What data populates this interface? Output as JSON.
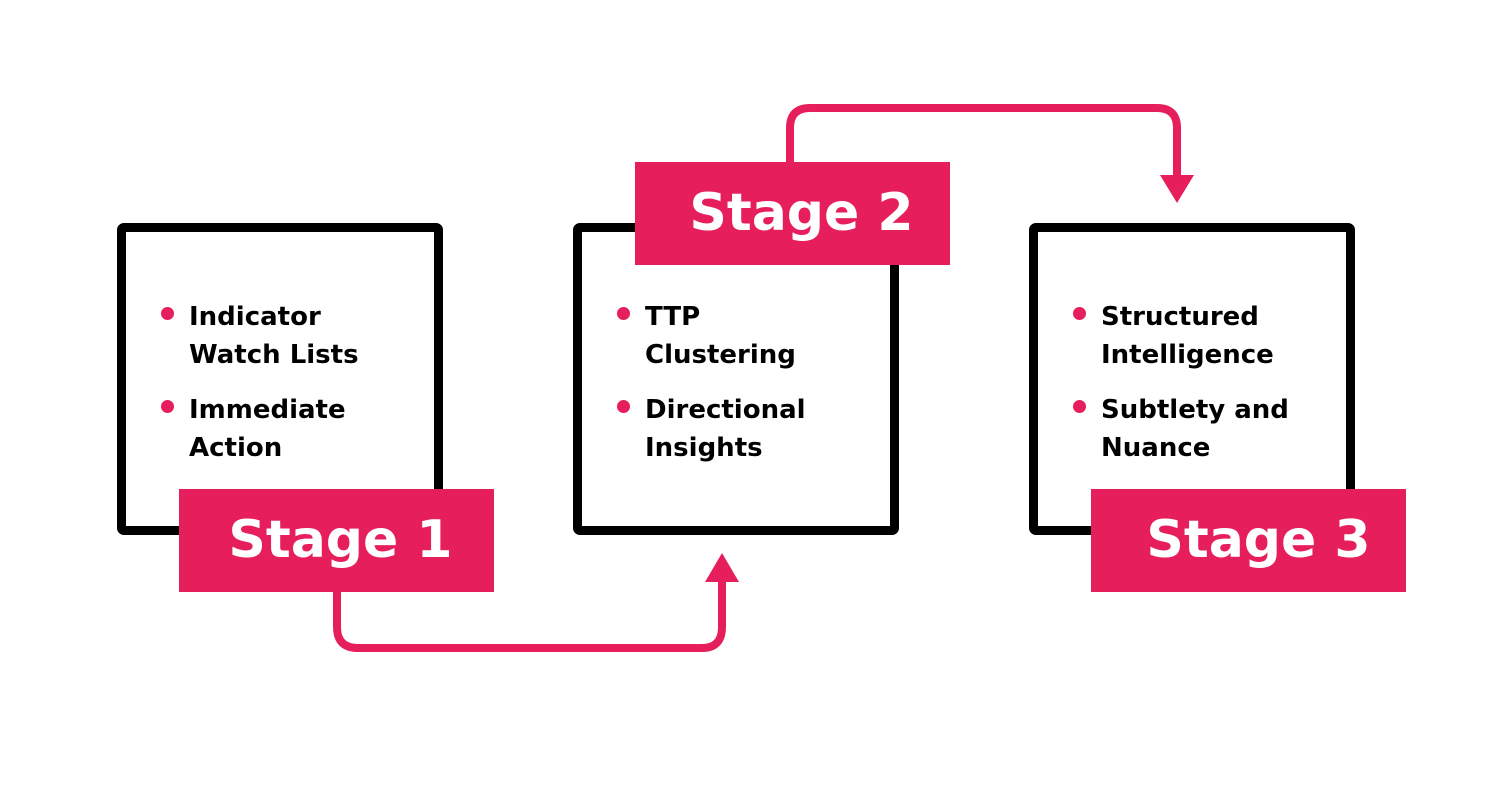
{
  "accent_color": "#e61e5c",
  "stages": [
    {
      "label": "Stage 1",
      "items": [
        "Indicator\nWatch Lists",
        "Immediate\nAction"
      ]
    },
    {
      "label": "Stage 2",
      "items": [
        "TTP\nClustering",
        "Directional\nInsights"
      ]
    },
    {
      "label": "Stage 3",
      "items": [
        "Structured\nIntelligence",
        "Subtlety and\nNuance"
      ]
    }
  ]
}
